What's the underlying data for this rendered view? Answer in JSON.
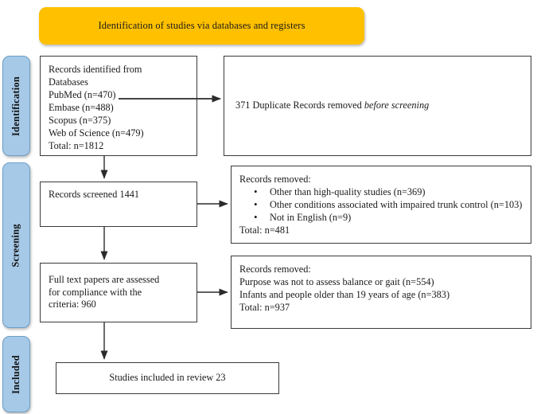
{
  "diagram": {
    "title": "Identification of studies via databases and registers",
    "type": "PRISMA flow diagram"
  },
  "banner": {
    "label": "Identification of studies via databases and registers",
    "color": "#FFC000"
  },
  "phases": {
    "color": "#A6C9E8",
    "identification": "Identification",
    "screening": "Screening",
    "included": "Included"
  },
  "boxes": {
    "identified": {
      "lines": [
        "Records identified from",
        "Databases",
        "PubMed (n=470)",
        "Embase (n=488)",
        "Scopus (n=375)",
        "Web of Science (n=479)",
        "Total: n=1812"
      ]
    },
    "duplicates": {
      "prefix": "371 Duplicate Records removed ",
      "emphasis": "before screening"
    },
    "screened": {
      "label": "Records screened 1441"
    },
    "removed_screening": {
      "heading": "Records removed:",
      "bullets": [
        "Other than high-quality studies (n=369)",
        "Other conditions associated with impaired trunk control (n=103)",
        "Not in English (n=9)"
      ],
      "total": "Total: n=481"
    },
    "fulltext": {
      "lines": [
        "Full text papers are assessed",
        "for compliance with the",
        "criteria: 960"
      ]
    },
    "removed_fulltext": {
      "heading": "Records removed:",
      "lines": [
        "Purpose was not to assess balance or gait (n=554)",
        "Infants and people older than 19 years of age (n=383)"
      ],
      "total": "Total: n=937"
    },
    "included": {
      "label": "Studies included in review 23"
    }
  },
  "chart_data": {
    "type": "table",
    "title": "PRISMA 2020 flow diagram: Identification of studies via databases and registers",
    "stages": [
      {
        "phase": "Identification",
        "node": "Records identified from Databases",
        "sources": [
          {
            "name": "PubMed",
            "n": 470
          },
          {
            "name": "Embase",
            "n": 488
          },
          {
            "name": "Scopus",
            "n": 375
          },
          {
            "name": "Web of Science",
            "n": 479
          }
        ],
        "total": 1812,
        "excluded": {
          "label": "Duplicate Records removed before screening",
          "n": 371
        }
      },
      {
        "phase": "Screening",
        "node": "Records screened",
        "total": 1441,
        "excluded": {
          "label": "Records removed",
          "reasons": [
            {
              "name": "Other than high-quality studies",
              "n": 369
            },
            {
              "name": "Other conditions associated with impaired trunk control",
              "n": 103
            },
            {
              "name": "Not in English",
              "n": 9
            }
          ],
          "total": 481
        }
      },
      {
        "phase": "Screening",
        "node": "Full text papers are assessed for compliance with the criteria",
        "total": 960,
        "excluded": {
          "label": "Records removed",
          "reasons": [
            {
              "name": "Purpose was not to assess balance or gait",
              "n": 554
            },
            {
              "name": "Infants and people older than 19 years of age",
              "n": 383
            }
          ],
          "total": 937
        }
      },
      {
        "phase": "Included",
        "node": "Studies included in review",
        "total": 23
      }
    ]
  }
}
